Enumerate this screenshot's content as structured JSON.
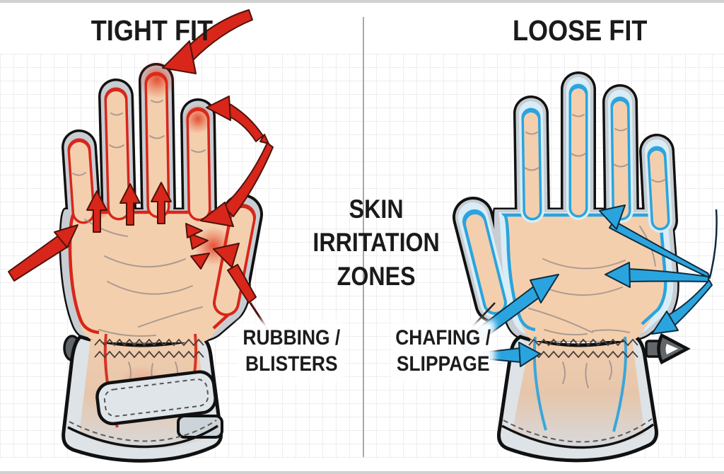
{
  "titles": {
    "tight": "TIGHT FIT",
    "loose": "LOOSE FIT"
  },
  "center_heading": "SKIN\nIRRITATION\nZONES",
  "annotations": {
    "tight_zone_label": "RUBBING /\nBLISTERS",
    "loose_zone_label": "CHAFING /\nSLIPPAGE"
  },
  "colors": {
    "paper": "#ffffff",
    "grid": "#e4e4ea",
    "divider": "#a9a9ad",
    "edge_strip": "#d0d0d0",
    "text": "#1a1a1a",
    "ink": "#111111",
    "skin": "#f4cfae",
    "shell": "#c7cdd2",
    "cuff": "#dde3e7",
    "gap": "#d9edf7",
    "crease": "#9a8f88",
    "stitch": "#4a4038",
    "tight_accent": "#d8261a",
    "tight_dark": "#4f120a",
    "blush": "#e03015",
    "loose_accent": "#2aa4de",
    "loose_dark": "#0e2c3e",
    "hardware": "#61666b"
  }
}
